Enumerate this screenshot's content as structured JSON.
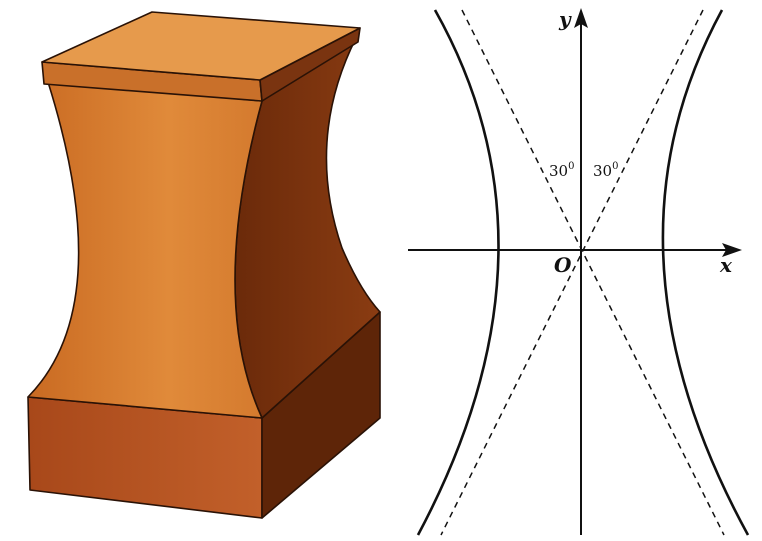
{
  "figure": {
    "left_panel": {
      "object": "hyperboloid-pedestal",
      "colors": {
        "top": "#E69A4C",
        "front": "#D5772C",
        "side": "#7A3410",
        "base_front": "#B8541E",
        "base_side": "#5E2508"
      }
    },
    "right_panel": {
      "x_axis_label": "x",
      "y_axis_label": "y",
      "origin_label": "O",
      "left_angle_label": "30",
      "right_angle_label": "30",
      "angle_unit_mark": "0",
      "curve": "hyperbola",
      "asymptote_angle_from_y_axis_deg": 30,
      "line_color": "#111111"
    }
  }
}
